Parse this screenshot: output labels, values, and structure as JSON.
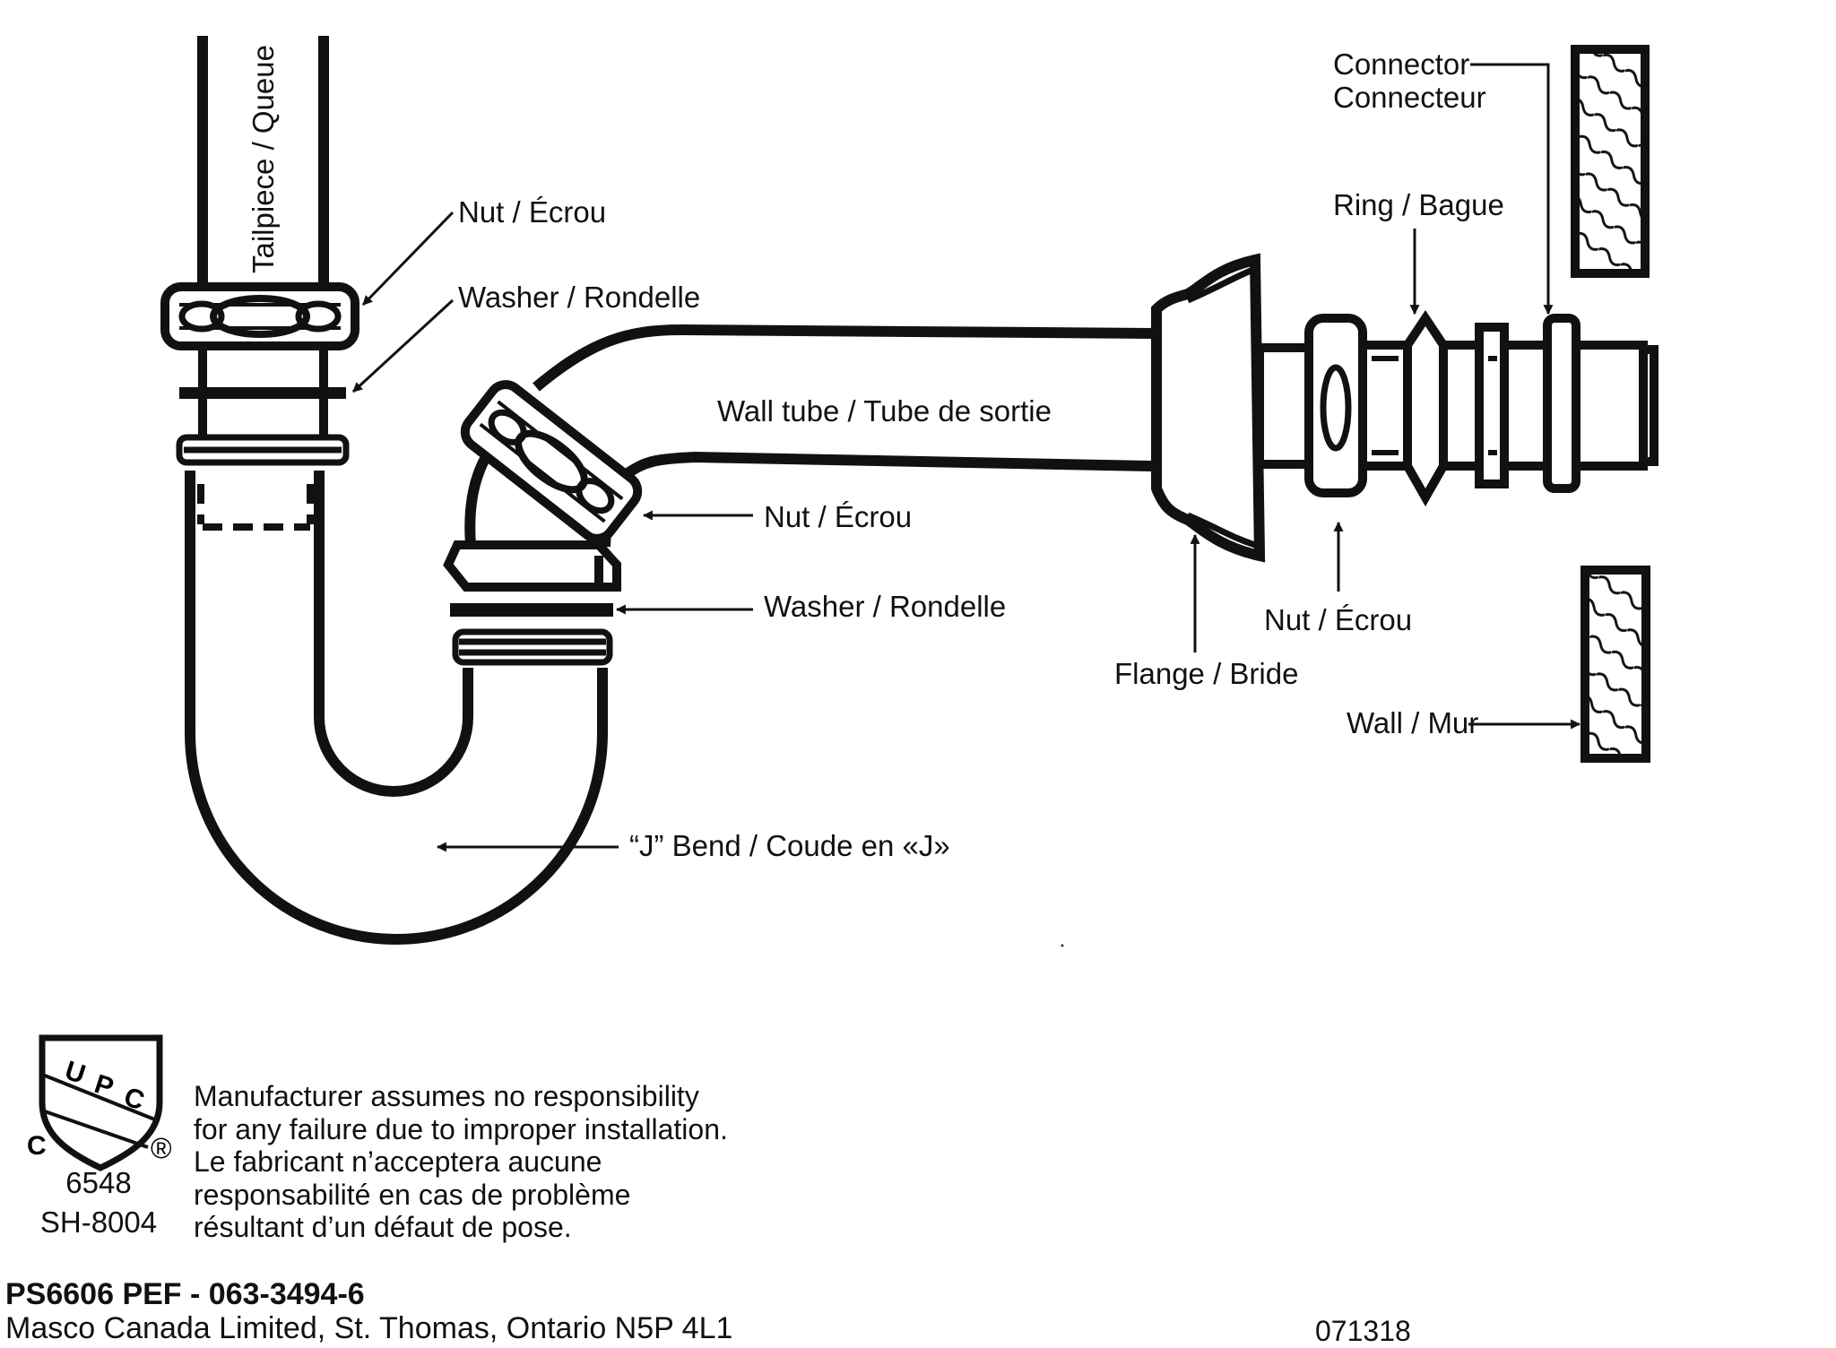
{
  "labels": {
    "tailpiece": "Tailpiece / Queue",
    "nut_top": "Nut / Écrou",
    "washer_top": "Washer / Rondelle",
    "wall_tube": "Wall tube / Tube de sortie",
    "nut_mid": "Nut / Écrou",
    "washer_mid": "Washer / Rondelle",
    "j_bend": "“J” Bend / Coude en «J»",
    "flange": "Flange / Bride",
    "nut_right": "Nut / Écrou",
    "ring": "Ring / Bague",
    "connector_en": "Connector",
    "connector_fr": "Connecteur",
    "wall": "Wall / Mur"
  },
  "logo": {
    "letters": [
      "U",
      "P",
      "C"
    ],
    "c_mark": "C",
    "r_mark": "®"
  },
  "certification": {
    "number": "6548",
    "model": "SH-8004"
  },
  "disclaimer": [
    "Manufacturer assumes no responsibility",
    "for any failure due to improper installation.",
    "Le fabricant n’acceptera aucune",
    "responsabilité en cas de problème",
    "résultant d’un défaut de pose."
  ],
  "product_code": "PS6606 PEF - 063-3494-6",
  "manufacturer": "Masco Canada Limited, St. Thomas, Ontario  N5P 4L1",
  "date_code": "071318"
}
